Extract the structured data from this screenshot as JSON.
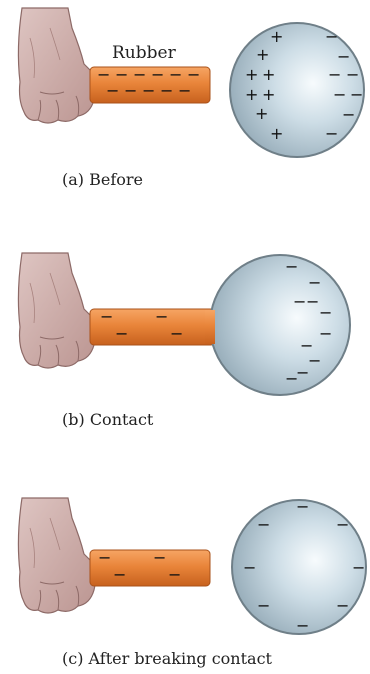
{
  "panels": [
    {
      "caption": "(a) Before",
      "rod_label": "Rubber",
      "rod_charges": [
        "−",
        "−",
        "−",
        "−",
        "−",
        "−",
        "−",
        "−",
        "−",
        "−",
        "−"
      ],
      "sphere_charges": {
        "plus": [
          "+",
          "+",
          "+",
          "+",
          "+",
          "+",
          "+",
          "+"
        ],
        "minus": [
          "−",
          "−",
          "−",
          "−",
          "−",
          "−",
          "−",
          "−"
        ]
      }
    },
    {
      "caption": "(b) Contact",
      "rod_charges": [
        "−",
        "−",
        "−",
        "−"
      ],
      "sphere_charges": {
        "minus": [
          "−",
          "−",
          "−",
          "−",
          "−",
          "−",
          "−",
          "−",
          "−",
          "−"
        ]
      }
    },
    {
      "caption": "(c) After breaking contact",
      "rod_charges": [
        "−",
        "−",
        "−",
        "−"
      ],
      "sphere_charges": {
        "minus": [
          "−",
          "−",
          "−",
          "−",
          "−",
          "−",
          "−",
          "−"
        ]
      }
    }
  ],
  "colors": {
    "rod": "#e9853a",
    "rod_dark": "#c7611e",
    "sphere_light": "#eef5f9",
    "sphere_mid": "#b9ccd7",
    "sphere_edge": "#7f8e97",
    "hand": "#c9a8a5"
  }
}
